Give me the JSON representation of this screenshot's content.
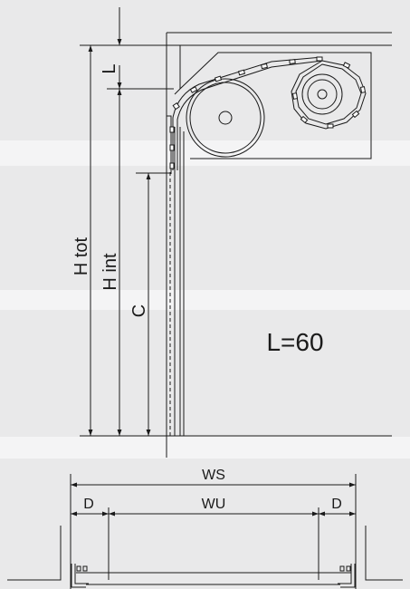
{
  "diagram": {
    "dimensions": {
      "l": "L",
      "h_tot": "H tot",
      "h_int": "H int",
      "c": "C",
      "ws": "WS",
      "wu": "WU",
      "d_left": "D",
      "d_right": "D"
    },
    "spec_label": "L=60",
    "colors": {
      "background": "#e9e9ea",
      "band": "#f4f4f5",
      "line": "#1a1a1a"
    }
  }
}
